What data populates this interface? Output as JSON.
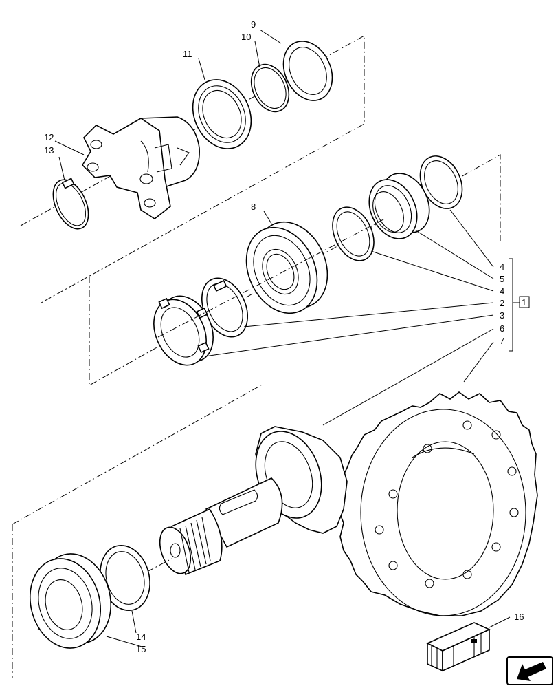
{
  "callouts": {
    "c1": "1",
    "c2": "2",
    "c3": "3",
    "c4a": "4",
    "c4b": "4",
    "c5": "5",
    "c6": "6",
    "c7": "7",
    "c8": "8",
    "c9": "9",
    "c10": "10",
    "c11": "11",
    "c12": "12",
    "c13": "13",
    "c14": "14",
    "c15": "15",
    "c16": "16"
  },
  "icons": {
    "kit": "kit-box-icon",
    "navigation": "exit-arrow-icon"
  },
  "colors": {
    "line": "#000000",
    "background": "#ffffff"
  }
}
